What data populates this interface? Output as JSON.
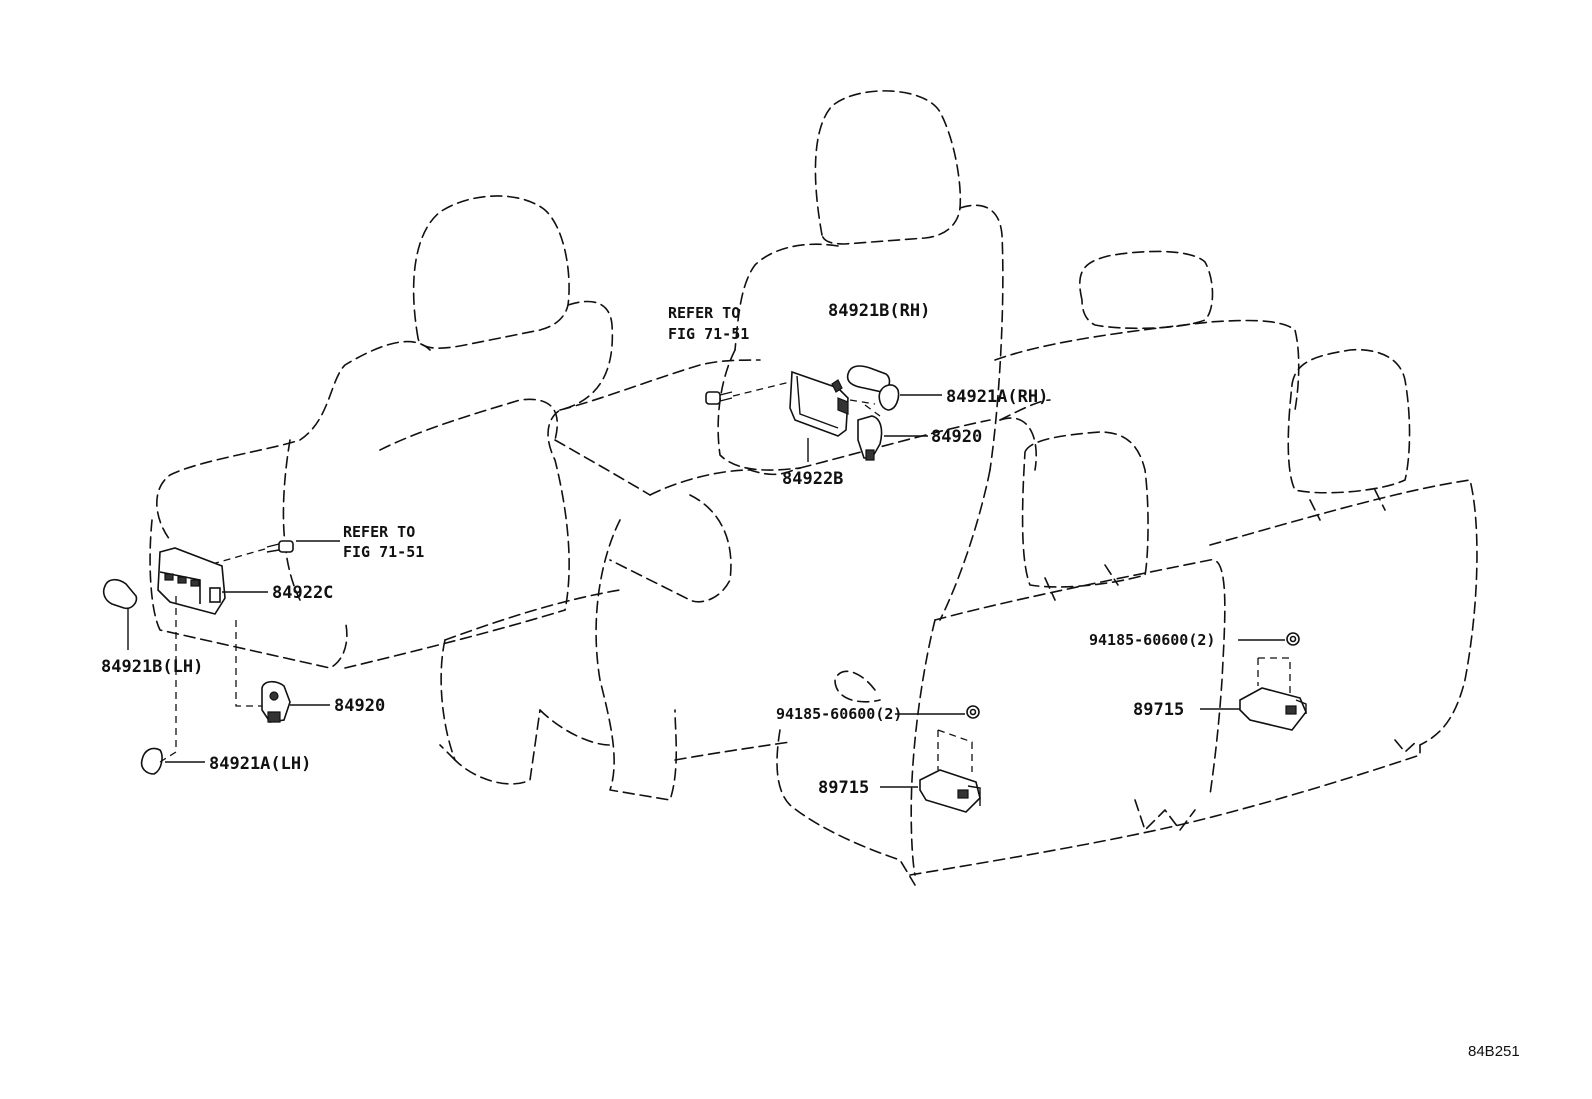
{
  "callouts": {
    "refer_to_top": [
      "REFER TO",
      "FIG 71-51"
    ],
    "refer_to_left": [
      "REFER TO",
      "FIG 71-51"
    ],
    "p84921b_rh": "84921B(RH)",
    "p84921a_rh": "84921A(RH)",
    "p84920_rh": "84920",
    "p84922b": "84922B",
    "p84922c": "84922C",
    "p84921b_lh": "84921B(LH)",
    "p84920_lh": "84920",
    "p84921a_lh": "84921A(LH)",
    "p94185_right": "94185-60600(2)",
    "p94185_left": "94185-60600(2)",
    "p89715_right": "89715",
    "p89715_left": "89715"
  },
  "figure_code": "84B251"
}
